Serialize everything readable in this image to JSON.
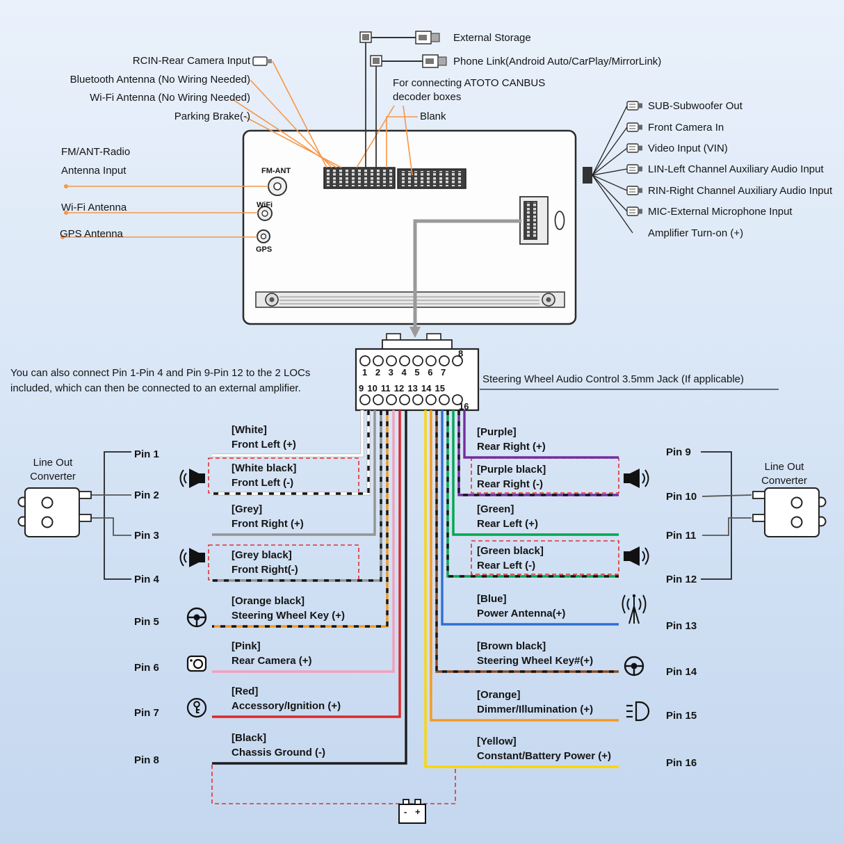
{
  "top": {
    "external_storage": "External Storage",
    "phone_link": "Phone Link(Android Auto/CarPlay/MirrorLink)",
    "canbus": "For connecting ATOTO CANBUS\ndecoder boxes",
    "blank": "Blank",
    "rcin": "RCIN-Rear Camera Input",
    "bluetooth": "Bluetooth Antenna (No Wiring Needed)",
    "wifi_no_wiring": "Wi-Fi Antenna (No Wiring Needed)",
    "parking": "Parking Brake(-)",
    "fm_line1": "FM/ANT-Radio",
    "fm_line2": "Antenna Input",
    "wifi_antenna": "Wi-Fi Antenna",
    "gps_antenna": "GPS Antenna"
  },
  "unit": {
    "fm_ant": "FM-ANT",
    "wifi": "WiFi",
    "gps": "GPS"
  },
  "right_ports": [
    {
      "label": "SUB-Subwoofer Out"
    },
    {
      "label": "Front Camera In"
    },
    {
      "label": "Video Input  (VIN)"
    },
    {
      "label": "LIN-Left Channel Auxiliary Audio Input"
    },
    {
      "label": "RIN-Right Channel Auxiliary Audio Input"
    },
    {
      "label": "MIC-External Microphone Input"
    },
    {
      "label": "Amplifier Turn-on (+)"
    }
  ],
  "connector": {
    "top_numbers": "1 2 3 4 5 6 7",
    "num8": "8",
    "bottom_numbers": "9 10 11 12 13 14 15",
    "num16": "16"
  },
  "notes": {
    "loc_line1": "You can also connect Pin 1-Pin 4 and Pin 9-Pin 12 to the 2 LOCs",
    "loc_line2": "included, which can then be connected to an external amplifier.",
    "swc": "Steering Wheel Audio Control 3.5mm Jack (If applicable)"
  },
  "loc": {
    "line1": "Line Out",
    "line2": "Converter"
  },
  "battery": {
    "minus": "-",
    "plus": "+"
  },
  "wire_colors": {
    "white": "#ffffff",
    "grey": "#949494",
    "black": "#1c1c1c",
    "pink": "#f2a0bb",
    "red": "#e02626",
    "purple": "#7030a0",
    "green": "#00a650",
    "blue": "#2e6fd4",
    "brown": "#8a4b20",
    "orange": "#f59a23",
    "yellow": "#fed500",
    "callout_orange": "#f79646",
    "dashed_red": "#e03131"
  },
  "harness": {
    "left": [
      {
        "pin": "Pin 1",
        "color": "[White]",
        "label": "Front Left (+)"
      },
      {
        "pin": "Pin 2",
        "color": "[White black]",
        "label": "Front Left (-)"
      },
      {
        "pin": "Pin 3",
        "color": "[Grey]",
        "label": "Front Right (+)"
      },
      {
        "pin": "Pin 4",
        "color": "[Grey black]",
        "label": "Front Right(-)"
      },
      {
        "pin": "Pin 5",
        "color": "[Orange black]",
        "label": "Steering Wheel Key (+)"
      },
      {
        "pin": "Pin 6",
        "color": "[Pink]",
        "label": "Rear Camera (+)"
      },
      {
        "pin": "Pin 7",
        "color": "[Red]",
        "label": "Accessory/Ignition (+)"
      },
      {
        "pin": "Pin 8",
        "color": "[Black]",
        "label": "Chassis Ground (-)"
      }
    ],
    "right": [
      {
        "pin": "Pin 9",
        "color": "[Purple]",
        "label": "Rear Right (+)"
      },
      {
        "pin": "Pin 10",
        "color": "[Purple black]",
        "label": "Rear Right (-)"
      },
      {
        "pin": "Pin 11",
        "color": "[Green]",
        "label": "Rear Left (+)"
      },
      {
        "pin": "Pin 12",
        "color": "[Green black]",
        "label": "Rear Left (-)"
      },
      {
        "pin": "Pin 13",
        "color": "[Blue]",
        "label": "Power Antenna(+)"
      },
      {
        "pin": "Pin 14",
        "color": "[Brown black]",
        "label": "Steering Wheel Key#(+)"
      },
      {
        "pin": "Pin 15",
        "color": "[Orange]",
        "label": "Dimmer/Illumination (+)"
      },
      {
        "pin": "Pin 16",
        "color": "[Yellow]",
        "label": "Constant/Battery Power (+)"
      }
    ]
  }
}
